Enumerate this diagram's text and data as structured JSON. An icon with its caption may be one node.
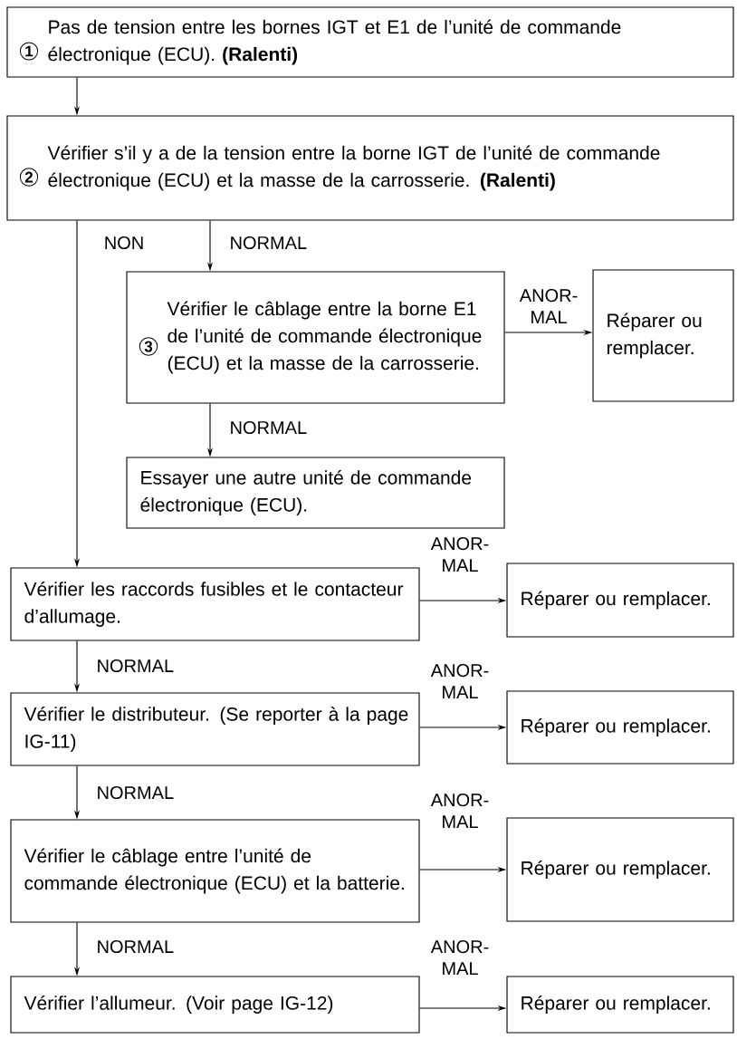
{
  "diagram": {
    "nodes": [
      {
        "text": [
          "1",
          "Pas de tension entre les bornes IGT et E1 de l’unité de commande électronique (ECU). **(Ralenti)**"
        ]
      },
      {
        "text": [
          "2",
          "Vérifier s’il y a de la tension entre la borne IGT de l’unité de commande électronique (ECU) et la masse de la carrosserie. **(Ralenti)**"
        ]
      },
      {
        "text": [
          "3",
          "Vérifier le câblage entre la borne E1 de l’unité de commande électronique (ECU) et la masse de la carrosserie."
        ]
      },
      {
        "text": [
          "Réparer ou remplacer."
        ]
      },
      {
        "text": [
          "Essayer une autre unité de commande électronique (ECU)."
        ]
      },
      {
        "text": [
          "Vérifier les raccords fusibles et le contacteur d’allumage."
        ]
      },
      {
        "text": [
          "Réparer ou remplacer."
        ]
      },
      {
        "text": [
          "Vérifier le distributeur. (Se reporter à la page IG-11)"
        ]
      },
      {
        "text": [
          "Réparer ou remplacer."
        ]
      },
      {
        "text": [
          "Vérifier le câblage entre l’unité de commande électronique (ECU) et la batterie."
        ]
      },
      {
        "text": [
          "Réparer ou remplacer."
        ]
      },
      {
        "text": [
          "Vérifier l’allumeur. (Voir page IG-12)"
        ]
      },
      {
        "text": [
          "Réparer ou remplacer."
        ]
      }
    ],
    "edges": [
      {
        "from": 0,
        "to": 1,
        "arrow": "to"
      },
      {
        "from": 1,
        "to": 5,
        "arrow": "to",
        "label": "NON"
      },
      {
        "from": 1,
        "to": 2,
        "arrow": "to",
        "label": "NORMAL"
      },
      {
        "from": 2,
        "to": 3,
        "arrow": "to",
        "label": "ANOR- MAL"
      },
      {
        "from": 2,
        "to": 4,
        "arrow": "to",
        "label": "NORMAL"
      },
      {
        "from": 5,
        "to": 6,
        "arrow": "to",
        "label": "ANOR- MAL"
      },
      {
        "from": 5,
        "to": 7,
        "arrow": "to",
        "label": "NORMAL"
      },
      {
        "from": 7,
        "to": 8,
        "arrow": "to",
        "label": "ANOR- MAL"
      },
      {
        "from": 7,
        "to": 9,
        "arrow": "to",
        "label": "NORMAL"
      },
      {
        "from": 9,
        "to": 10,
        "arrow": "to",
        "label": "ANOR- MAL"
      },
      {
        "from": 9,
        "to": 11,
        "arrow": "to",
        "label": "NORMAL"
      },
      {
        "from": 11,
        "to": 12,
        "arrow": "to",
        "label": "ANOR- MAL"
      }
    ]
  }
}
